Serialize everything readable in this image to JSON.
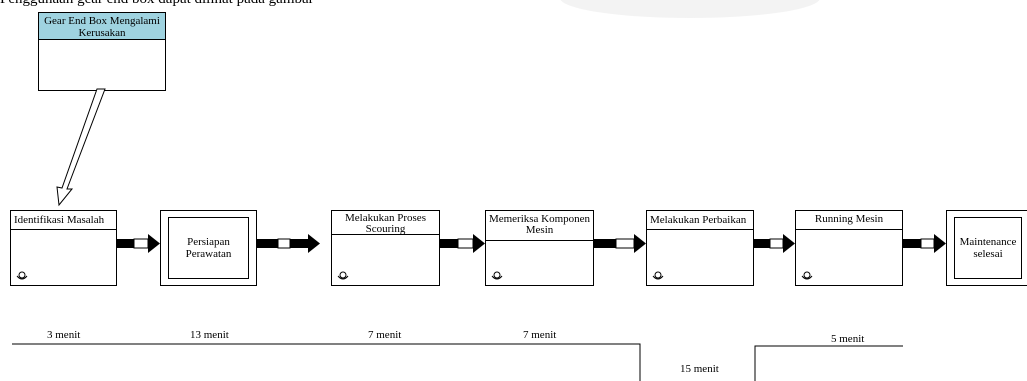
{
  "header": {
    "text": "Penggunaan gear end box dapat dilihat pada gambar"
  },
  "customer": {
    "title": "Gear End Box Mengalami Kerusakan"
  },
  "processes": [
    {
      "label": "Identifikasi Masalah"
    },
    {
      "label": "Persiapan Perawatan"
    },
    {
      "label": "Melakukan Proses Scouring"
    },
    {
      "label": "Memeriksa Komponen Mesin"
    },
    {
      "label": "Melakukan Perbaikan"
    },
    {
      "label": "Running Mesin"
    },
    {
      "label": "Maintenance selesai"
    }
  ],
  "timeline": {
    "times": [
      "3 menit",
      "13 menit",
      "7 menit",
      "7 menit",
      "15 menit",
      "5 menit"
    ]
  },
  "colors": {
    "customer_header": "#9fd3e0",
    "line": "#000000"
  }
}
